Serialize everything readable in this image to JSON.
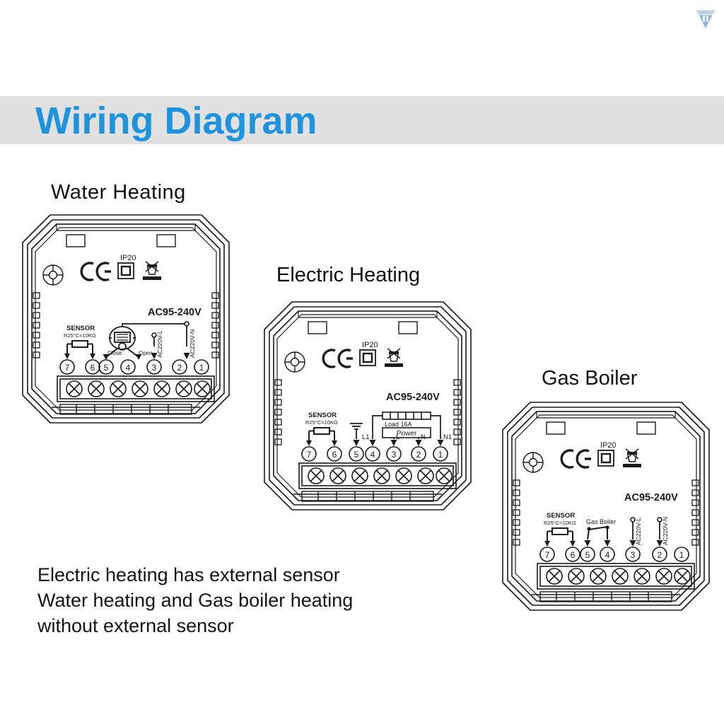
{
  "header": {
    "title": "Wiring Diagram",
    "band_color": "#e1e1e1",
    "title_color": "#1f94dd"
  },
  "logo": {
    "name": "brand-logo",
    "color": "#8fb8d8"
  },
  "sections": [
    {
      "id": "water",
      "title": "Water  Heating",
      "device": {
        "voltage_label": "AC95-240V",
        "rating_marks": {
          "ce": "CE",
          "ip": "IP20",
          "weee": "weee-bin"
        },
        "sensor": {
          "title": "SENSOR",
          "spec": "R25°C=10KΩ"
        },
        "terminals": [
          {
            "number": "7",
            "label": ""
          },
          {
            "number": "6",
            "label": ""
          },
          {
            "number": "5",
            "label": "Close"
          },
          {
            "number": "4",
            "label": "Open"
          },
          {
            "number": "3",
            "label": "AC220V-L"
          },
          {
            "number": "2",
            "label": "AC220V-N"
          },
          {
            "number": "1",
            "label": ""
          }
        ],
        "actuator": "motorised-valve"
      }
    },
    {
      "id": "electric",
      "title": "Electric Heating",
      "device": {
        "voltage_label": "AC95-240V",
        "rating_marks": {
          "ce": "CE",
          "ip": "IP20",
          "weee": "weee-bin"
        },
        "sensor": {
          "title": "SENSOR",
          "spec": "R25°C=10KΩ"
        },
        "load_box": {
          "load": "Load 16A",
          "power": "Power"
        },
        "terminals": [
          {
            "number": "7",
            "label": ""
          },
          {
            "number": "6",
            "label": ""
          },
          {
            "number": "5",
            "label": "earth"
          },
          {
            "number": "4",
            "label": "L1"
          },
          {
            "number": "3",
            "label": "L"
          },
          {
            "number": "2",
            "label": "N"
          },
          {
            "number": "1",
            "label": "N1"
          }
        ]
      }
    },
    {
      "id": "gas",
      "title": "Gas Boiler",
      "device": {
        "voltage_label": "AC95-240V",
        "rating_marks": {
          "ce": "CE",
          "ip": "IP20",
          "weee": "weee-bin"
        },
        "sensor": {
          "title": "SENSOR",
          "spec": "R25°C=10KΩ"
        },
        "switch_label": "Gas Boiler",
        "terminals": [
          {
            "number": "7",
            "label": ""
          },
          {
            "number": "6",
            "label": ""
          },
          {
            "number": "5",
            "label": ""
          },
          {
            "number": "4",
            "label": ""
          },
          {
            "number": "3",
            "label": "AC220V-L"
          },
          {
            "number": "2",
            "label": "AC220V-N"
          },
          {
            "number": "1",
            "label": ""
          }
        ]
      }
    }
  ],
  "notes": {
    "line1": "Electric heating has external sensor",
    "line2": "Water heating and Gas boiler heating",
    "line3": "without external sensor"
  }
}
